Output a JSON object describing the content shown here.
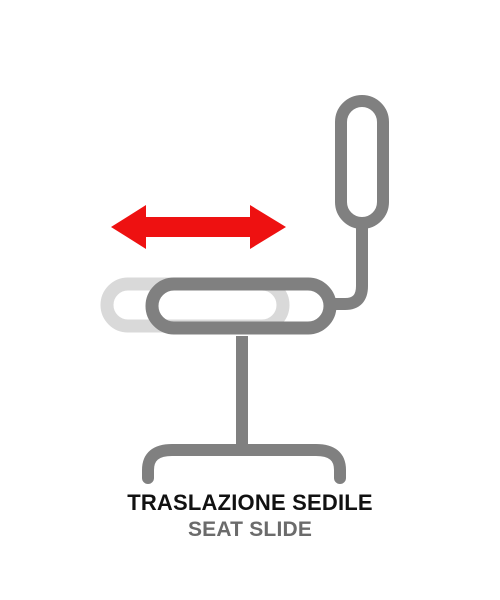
{
  "caption": {
    "title_it": "TRASLAZIONE SEDILE",
    "title_en": "SEAT SLIDE"
  },
  "colors": {
    "chair": "#808080",
    "ghost_seat": "#d9d9d9",
    "arrow": "#ee1111",
    "title_it": "#111111",
    "title_en": "#6b6b6b"
  },
  "icons": {
    "chair": "office-chair-side-view",
    "ghost_seat": "seat-previous-position",
    "arrow": "double-headed-arrow-horizontal"
  }
}
